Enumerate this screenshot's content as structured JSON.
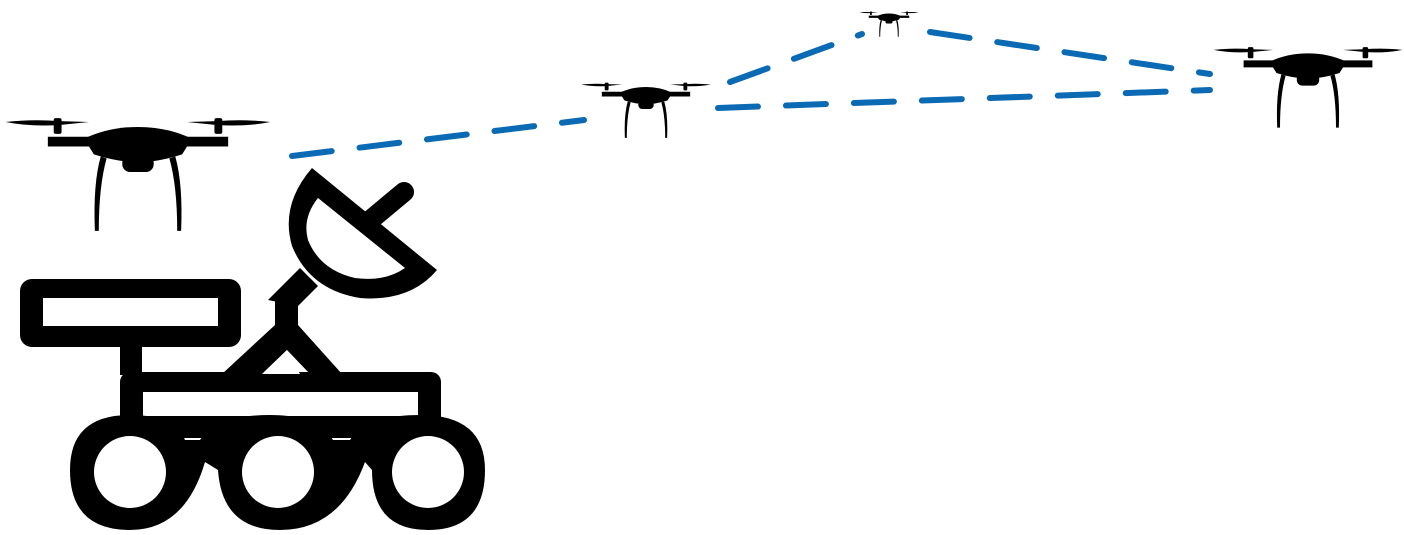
{
  "diagram": {
    "description_icons": [
      "drone-icon",
      "rover-icon",
      "satellite-dish-icon"
    ],
    "colors": {
      "background": "#ffffff",
      "icon": "#000000",
      "link": "#0b6ab4"
    },
    "nodes": [
      {
        "id": "drone-1",
        "kind": "drone-icon"
      },
      {
        "id": "drone-2",
        "kind": "drone-icon"
      },
      {
        "id": "drone-3",
        "kind": "drone-icon"
      },
      {
        "id": "drone-4",
        "kind": "drone-icon"
      },
      {
        "id": "rover",
        "kind": "rover-icon"
      }
    ],
    "links": [
      {
        "from": "drone-1",
        "to": "drone-2",
        "style": "dashed"
      },
      {
        "from": "drone-2",
        "to": "drone-3",
        "style": "dashed"
      },
      {
        "from": "drone-3",
        "to": "drone-4",
        "style": "dashed"
      },
      {
        "from": "drone-2",
        "to": "drone-4",
        "style": "dashed"
      }
    ]
  }
}
